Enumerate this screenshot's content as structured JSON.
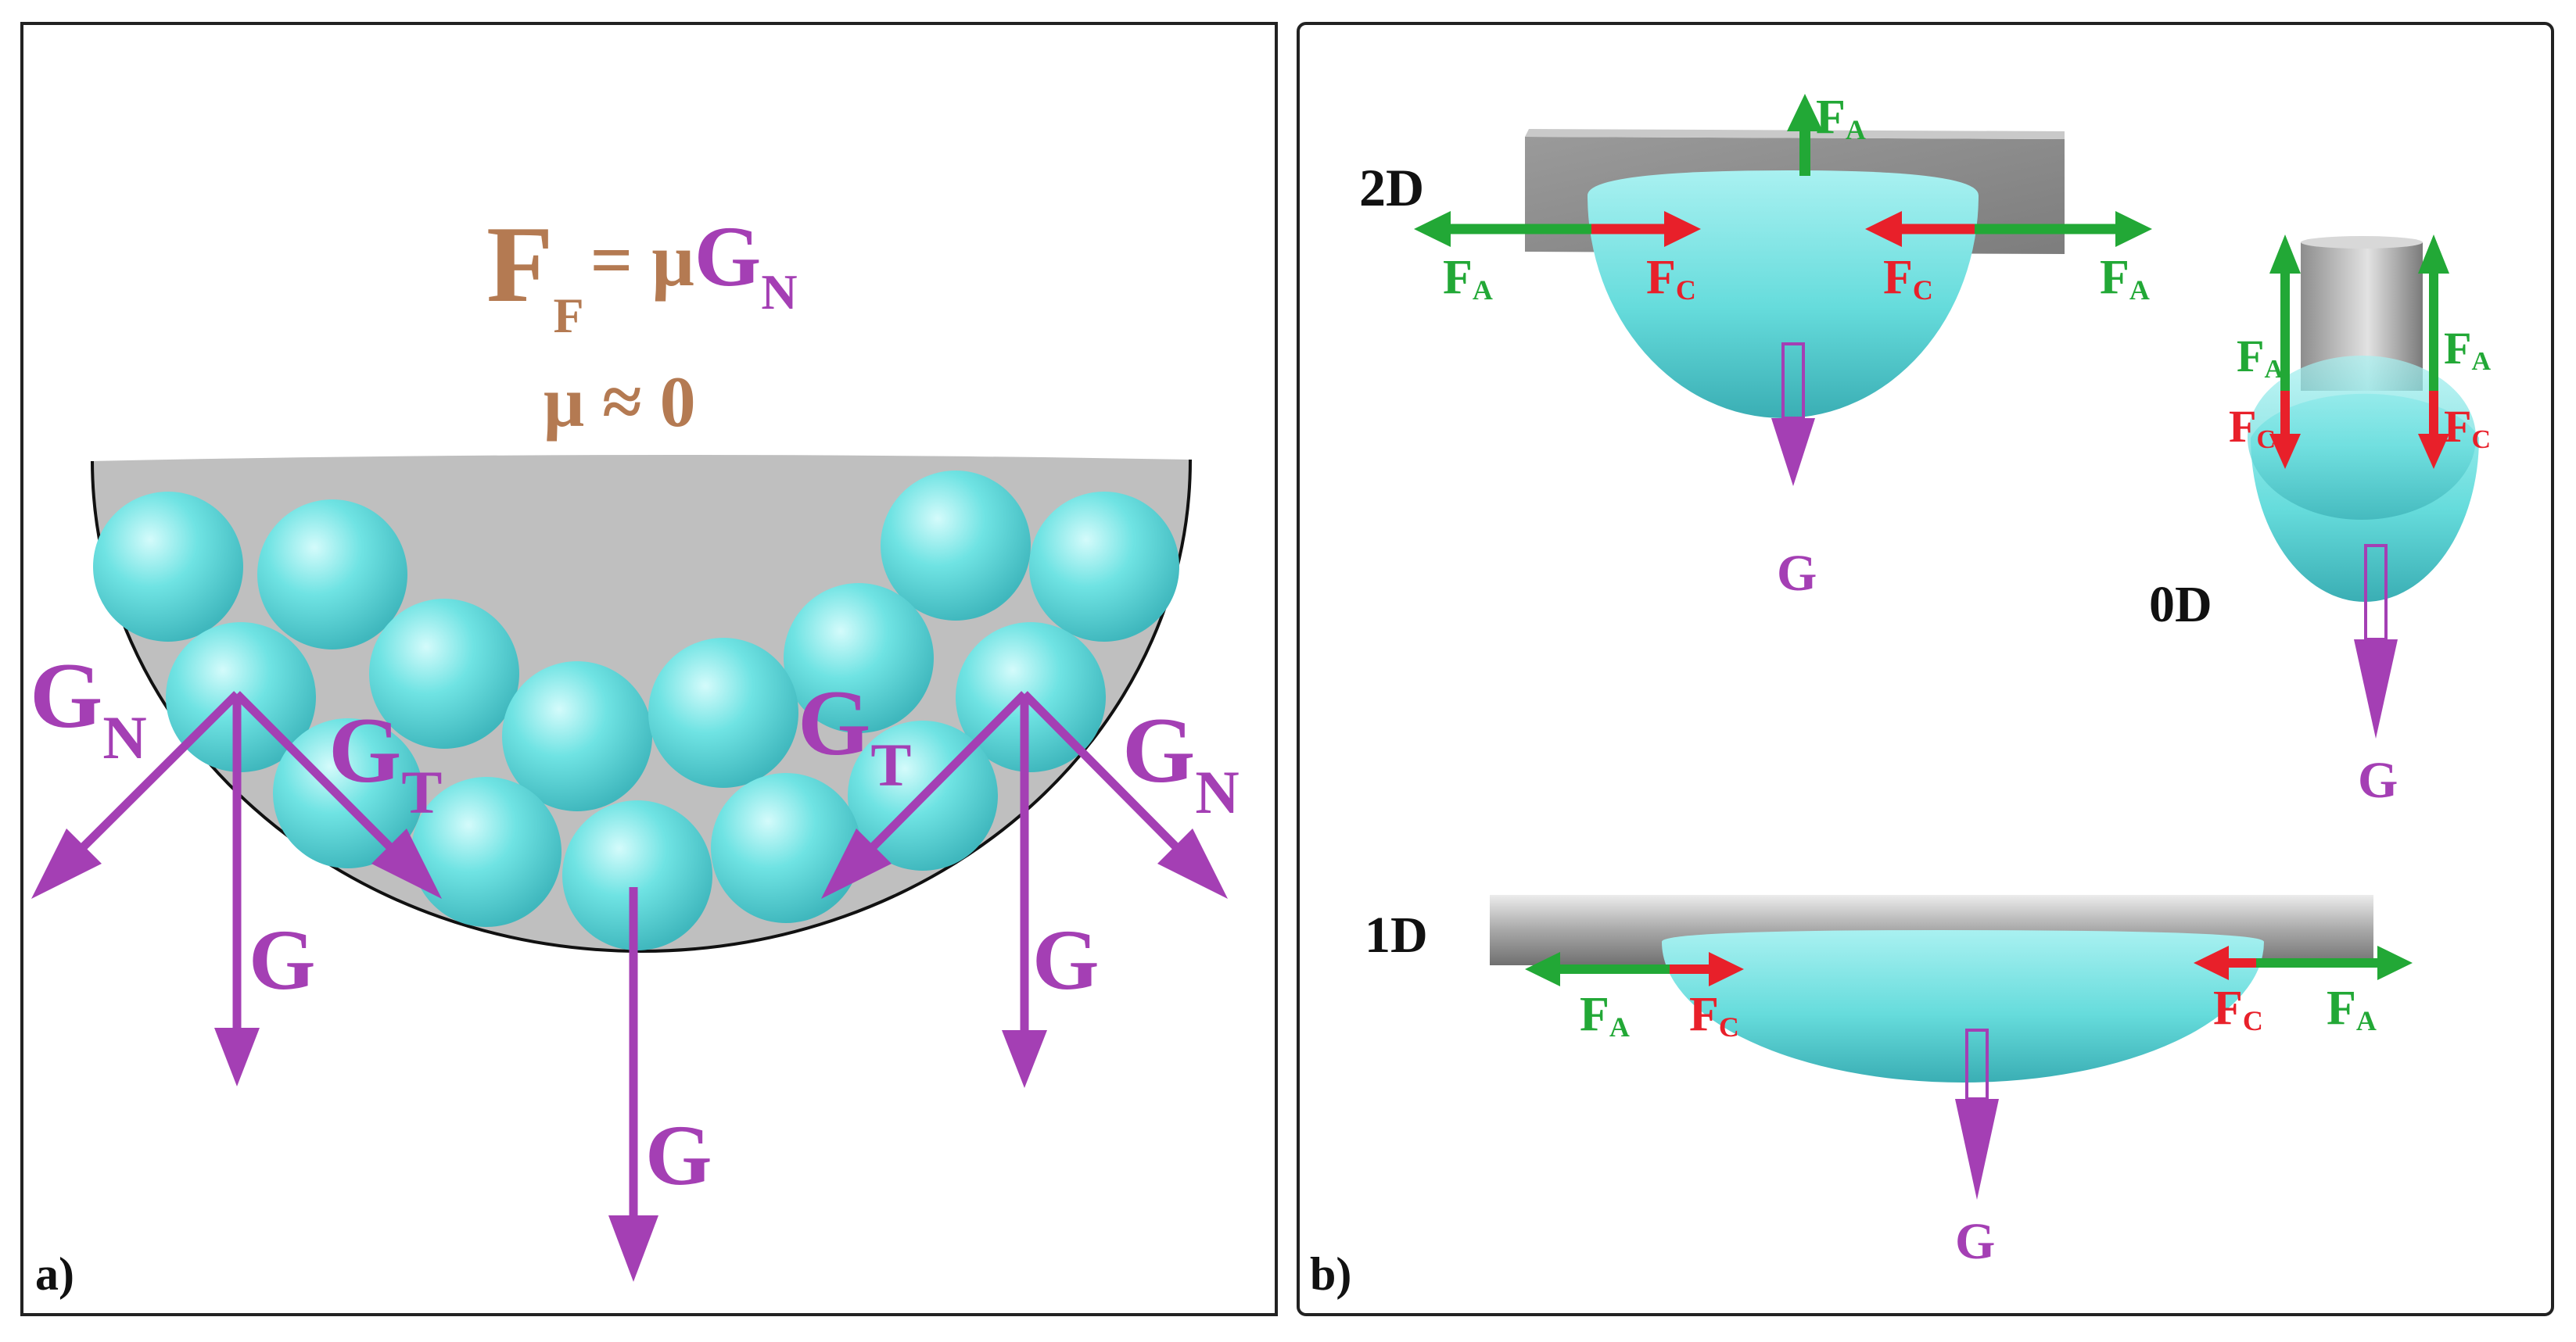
{
  "colors": {
    "sphere": "#63dcdc",
    "substrate": "#bdbdbd",
    "gravity": "#a43fb4",
    "adhesion": "#22a836",
    "cohesion": "#e8202a",
    "equation": "#b47a52"
  },
  "panel_a": {
    "label": "a)",
    "equation": {
      "F": "F",
      "F_sub": "F",
      "eq": "= μ",
      "G": "G",
      "G_sub": "N"
    },
    "mu": "μ ≈ 0",
    "left": {
      "GN": "G",
      "GN_sub": "N",
      "GT": "G",
      "GT_sub": "T",
      "G": "G"
    },
    "right": {
      "GN": "G",
      "GN_sub": "N",
      "GT": "G",
      "GT_sub": "T",
      "G": "G"
    },
    "center_G": "G"
  },
  "panel_b": {
    "label": "b)",
    "d2": {
      "title": "2D",
      "FA": "F",
      "A": "A",
      "FC": "F",
      "C": "C",
      "G": "G"
    },
    "d0": {
      "title": "0D",
      "FA": "F",
      "A": "A",
      "FC": "F",
      "C": "C",
      "G": "G"
    },
    "d1": {
      "title": "1D",
      "FA": "F",
      "A": "A",
      "FC": "F",
      "C": "C",
      "G": "G"
    }
  }
}
